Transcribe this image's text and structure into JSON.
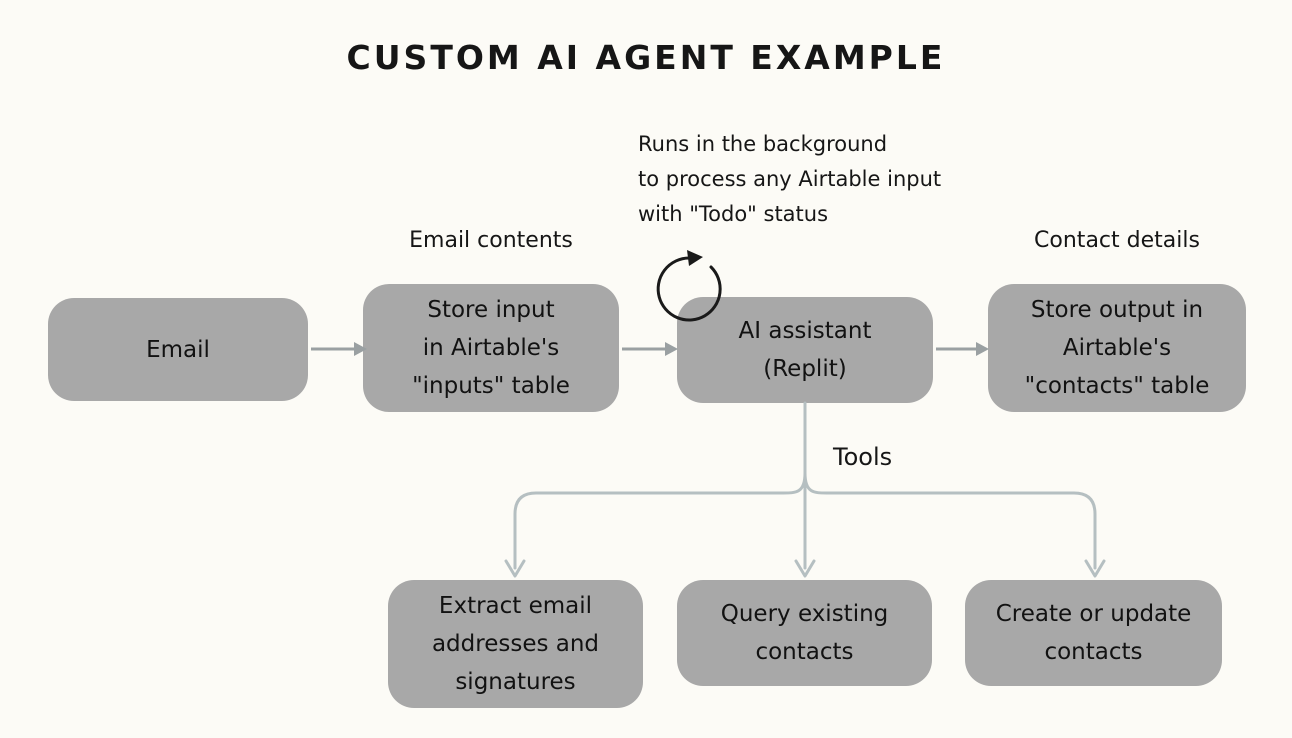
{
  "title": "CUSTOM AI AGENT EXAMPLE",
  "annotation": "Runs in the background\nto process any Airtable input\nwith \"Todo\" status",
  "labels": {
    "email_contents": "Email contents",
    "contact_details": "Contact details",
    "tools": "Tools"
  },
  "nodes": {
    "email": "Email",
    "store_input": "Store input\nin Airtable's\n\"inputs\" table",
    "ai_assistant": "AI assistant\n(Replit)",
    "store_output": "Store output in\nAirtable's\n\"contacts\" table",
    "extract_email": "Extract email\naddresses and\nsignatures",
    "query_contacts": "Query existing\ncontacts",
    "create_update_contacts": "Create or update\ncontacts"
  },
  "icons": {
    "loop_arrow": "↻"
  },
  "colors": {
    "background": "#FCFBF6",
    "node_fill": "#A8A8A8",
    "node_text": "#121212",
    "flow_arrow": "#9AA0A2",
    "branch_arrow": "#B5BFC1",
    "loop_icon": "#1A1A1A"
  }
}
